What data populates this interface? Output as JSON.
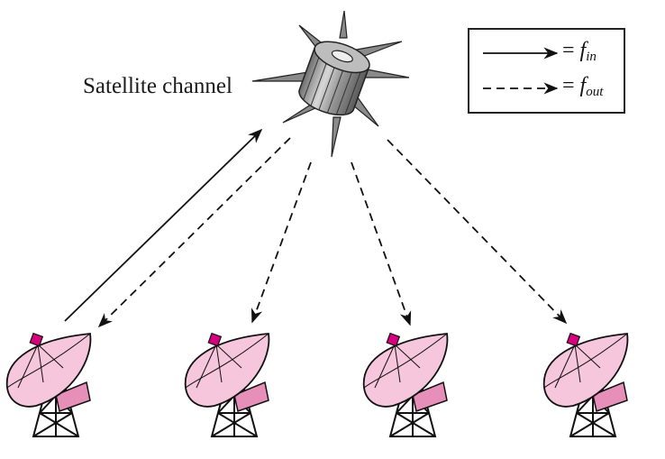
{
  "satellite": {
    "label": "Satellite channel"
  },
  "legend": {
    "items": [
      {
        "style": "solid",
        "symbol": "f",
        "subscript": "in"
      },
      {
        "style": "dashed",
        "symbol": "f",
        "subscript": "out"
      }
    ],
    "equals": "="
  },
  "colors": {
    "dish_fill": "#f5c6dc",
    "dish_dark": "#e68fb8",
    "feed_horn": "#d6007e",
    "satellite_body": "#8f8f8f",
    "line": "#111111"
  },
  "stations": [
    {
      "name": "earth-station-1",
      "uplink": true
    },
    {
      "name": "earth-station-2",
      "uplink": false
    },
    {
      "name": "earth-station-3",
      "uplink": false
    },
    {
      "name": "earth-station-4",
      "uplink": false
    }
  ]
}
